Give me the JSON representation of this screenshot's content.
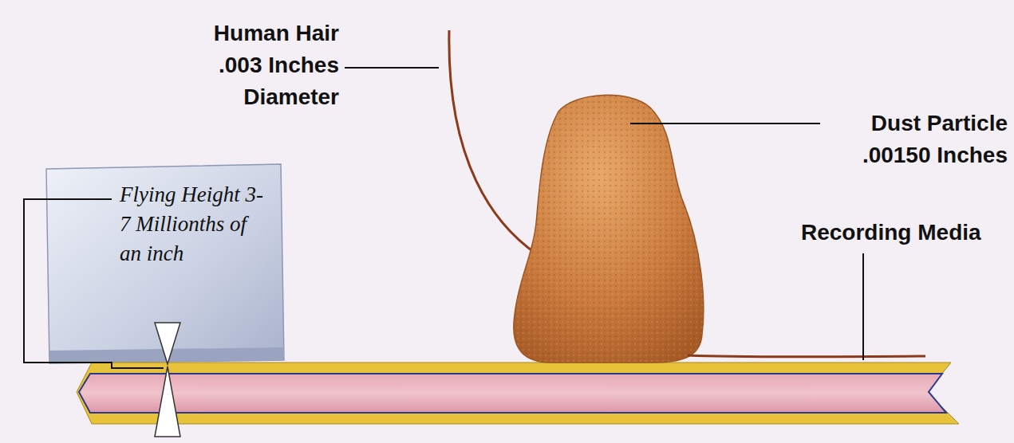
{
  "diagram": {
    "labels": [
      "Human Hair .003 Inches Diameter",
      "Dust Particle .00150 Inches",
      "Flying Height 3-7 Millionths of an inch",
      "Recording Media"
    ]
  }
}
